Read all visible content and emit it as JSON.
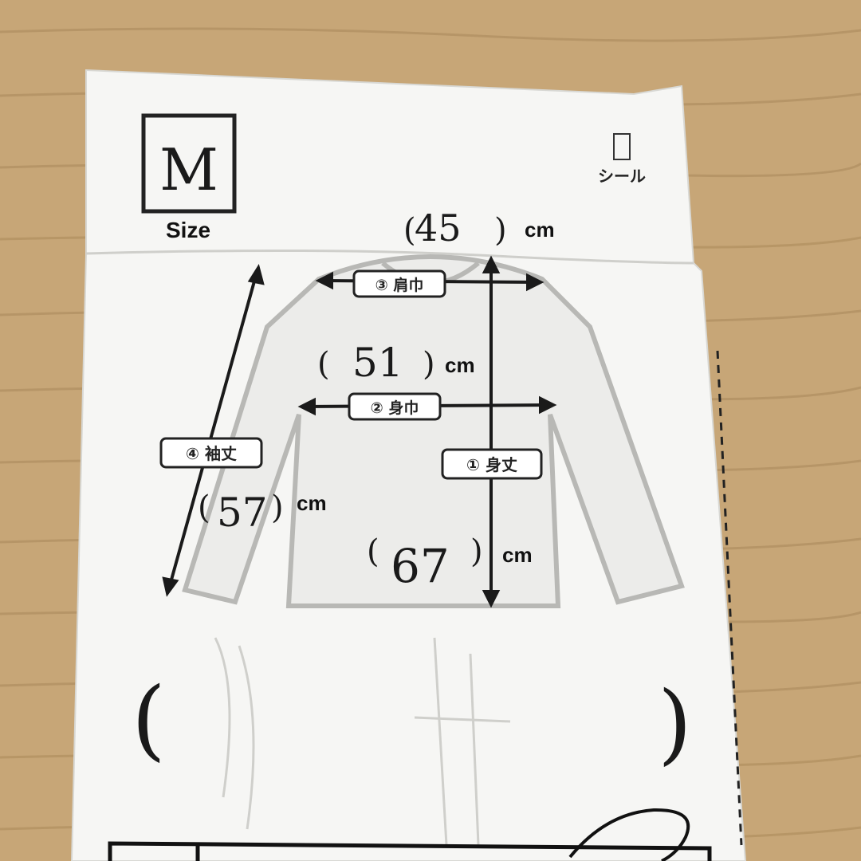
{
  "size_box": {
    "value": "M",
    "caption": "Size"
  },
  "sticker_label": "シール",
  "measurements": {
    "shoulder": {
      "label": "③ 肩巾",
      "value": "45",
      "unit": "cm"
    },
    "chest": {
      "label": "② 身巾",
      "value": "51",
      "unit": "cm"
    },
    "sleeve": {
      "label": "④ 袖丈",
      "value": "57",
      "unit": "cm"
    },
    "length": {
      "label": "① 身丈",
      "value": "67",
      "unit": "cm"
    }
  },
  "brackets": {
    "open": "(",
    "close": ")"
  },
  "colors": {
    "wood": "#c9a878",
    "paper": "#f7f7f5",
    "ink": "#111111",
    "shirt_gray": "#d9d9d9"
  }
}
